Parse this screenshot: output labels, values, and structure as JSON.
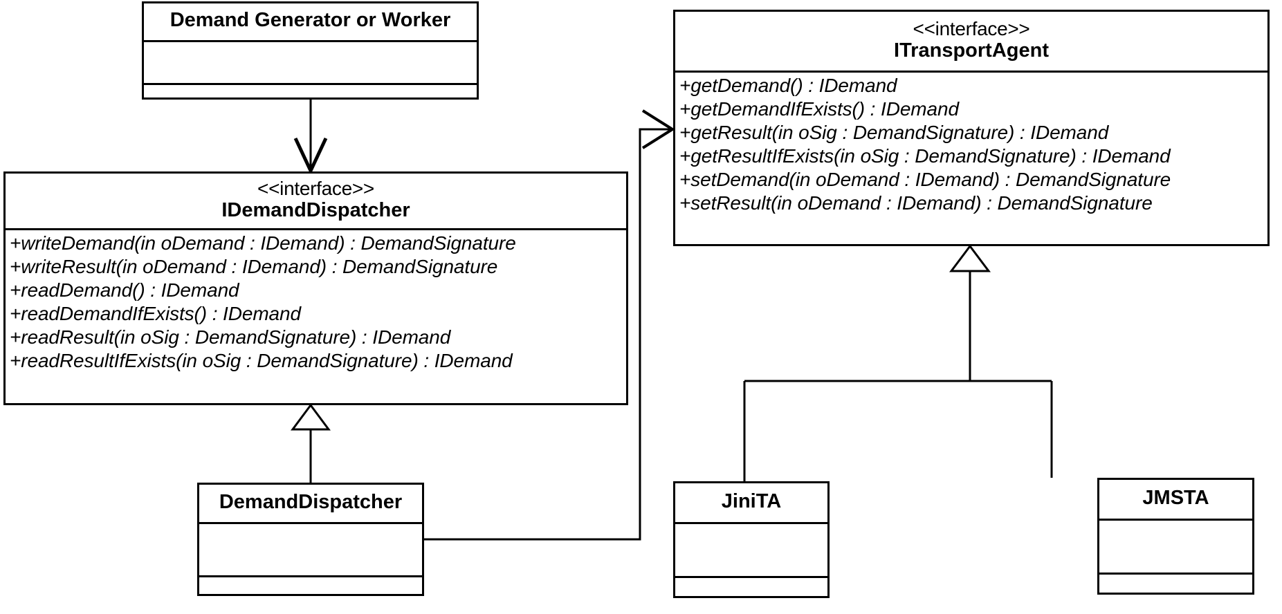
{
  "diagram": {
    "title": "Demand dispatch and transport agent UML class diagram",
    "type": "uml-class-diagram",
    "line_color": "#000000",
    "fill_color": "#ffffff",
    "background": "#ffffff"
  },
  "classes": {
    "demand_generator": {
      "name": "Demand Generator or Worker",
      "stereotype": "",
      "operations": [],
      "compartments": 3
    },
    "idemand_dispatcher": {
      "name": "IDemandDispatcher",
      "stereotype": "<<interface>>",
      "operations": [
        "+writeDemand(in oDemand : IDemand) : DemandSignature",
        "+writeResult(in oDemand : IDemand) : DemandSignature",
        "+readDemand() : IDemand",
        "+readDemandIfExists() : IDemand",
        "+readResult(in oSig : DemandSignature) : IDemand",
        "+readResultIfExists(in oSig : DemandSignature) : IDemand"
      ],
      "compartments": 2
    },
    "itransport_agent": {
      "name": "ITransportAgent",
      "stereotype": "<<interface>>",
      "operations": [
        "+getDemand() : IDemand",
        "+getDemandIfExists() : IDemand",
        "+getResult(in oSig : DemandSignature) : IDemand",
        "+getResultIfExists(in oSig : DemandSignature) : IDemand",
        "+setDemand(in oDemand : IDemand) : DemandSignature",
        "+setResult(in oDemand : IDemand) : DemandSignature"
      ],
      "compartments": 2
    },
    "demand_dispatcher": {
      "name": "DemandDispatcher",
      "stereotype": "",
      "operations": [],
      "compartments": 3
    },
    "jini_ta": {
      "name": "JiniTA",
      "stereotype": "",
      "operations": [],
      "compartments": 3
    },
    "jms_ta": {
      "name": "JMSTA",
      "stereotype": "",
      "operations": [],
      "compartments": 3
    }
  },
  "relationships": [
    {
      "id": "gen-to-idispatcher",
      "kind": "dependency-arrow",
      "from": "demand_generator",
      "to": "idemand_dispatcher",
      "arrowhead": "open-stick"
    },
    {
      "id": "dispatcher-realizes-idispatcher",
      "kind": "generalization",
      "from": "demand_dispatcher",
      "to": "idemand_dispatcher",
      "arrowhead": "hollow-triangle"
    },
    {
      "id": "dispatcher-uses-itransportagent",
      "kind": "association-directed",
      "from": "demand_dispatcher",
      "to": "itransport_agent",
      "arrowhead": "open-stick"
    },
    {
      "id": "jinita-realizes-itransportagent",
      "kind": "generalization",
      "from": "jini_ta",
      "to": "itransport_agent",
      "arrowhead": "hollow-triangle"
    },
    {
      "id": "jmsta-realizes-itransportagent",
      "kind": "generalization",
      "from": "jms_ta",
      "to": "itransport_agent",
      "arrowhead": "hollow-triangle"
    }
  ]
}
